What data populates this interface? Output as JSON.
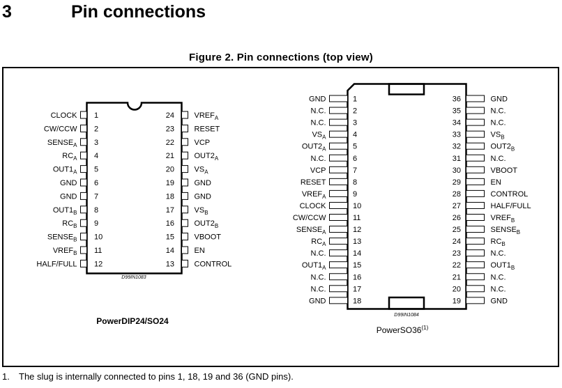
{
  "section": {
    "number": "3",
    "title": "Pin connections"
  },
  "figure": {
    "title": "Figure 2. Pin connections (top view)"
  },
  "packages": [
    {
      "name": "PowerDIP24/SO24",
      "drawing_code": "D99IN1083",
      "notch": "half-circle",
      "left_pins": [
        {
          "num": "1",
          "name": "CLOCK",
          "sub": ""
        },
        {
          "num": "2",
          "name": "CW/CCW",
          "sub": ""
        },
        {
          "num": "3",
          "name": "SENSE",
          "sub": "A"
        },
        {
          "num": "4",
          "name": "RC",
          "sub": "A"
        },
        {
          "num": "5",
          "name": "OUT1",
          "sub": "A"
        },
        {
          "num": "6",
          "name": "GND",
          "sub": ""
        },
        {
          "num": "7",
          "name": "GND",
          "sub": ""
        },
        {
          "num": "8",
          "name": "OUT1",
          "sub": "B"
        },
        {
          "num": "9",
          "name": "RC",
          "sub": "B"
        },
        {
          "num": "10",
          "name": "SENSE",
          "sub": "B"
        },
        {
          "num": "11",
          "name": "VREF",
          "sub": "B"
        },
        {
          "num": "12",
          "name": "HALF/FULL",
          "sub": ""
        }
      ],
      "right_pins": [
        {
          "num": "24",
          "name": "VREF",
          "sub": "A"
        },
        {
          "num": "23",
          "name": "RESET",
          "sub": ""
        },
        {
          "num": "22",
          "name": "VCP",
          "sub": ""
        },
        {
          "num": "21",
          "name": "OUT2",
          "sub": "A"
        },
        {
          "num": "20",
          "name": "VS",
          "sub": "A"
        },
        {
          "num": "19",
          "name": "GND",
          "sub": ""
        },
        {
          "num": "18",
          "name": "GND",
          "sub": ""
        },
        {
          "num": "17",
          "name": "VS",
          "sub": "B"
        },
        {
          "num": "16",
          "name": "OUT2",
          "sub": "B"
        },
        {
          "num": "15",
          "name": "VBOOT",
          "sub": ""
        },
        {
          "num": "14",
          "name": "EN",
          "sub": ""
        },
        {
          "num": "13",
          "name": "CONTROL",
          "sub": ""
        }
      ]
    },
    {
      "name": "PowerSO36",
      "name_sup": "(1)",
      "drawing_code": "D99IN1084",
      "notch": "chamfer-and-slug",
      "left_pins": [
        {
          "num": "1",
          "name": "GND",
          "sub": ""
        },
        {
          "num": "2",
          "name": "N.C.",
          "sub": ""
        },
        {
          "num": "3",
          "name": "N.C.",
          "sub": ""
        },
        {
          "num": "4",
          "name": "VS",
          "sub": "A"
        },
        {
          "num": "5",
          "name": "OUT2",
          "sub": "A"
        },
        {
          "num": "6",
          "name": "N.C.",
          "sub": ""
        },
        {
          "num": "7",
          "name": "VCP",
          "sub": ""
        },
        {
          "num": "8",
          "name": "RESET",
          "sub": ""
        },
        {
          "num": "9",
          "name": "VREF",
          "sub": "A"
        },
        {
          "num": "10",
          "name": "CLOCK",
          "sub": ""
        },
        {
          "num": "11",
          "name": "CW/CCW",
          "sub": ""
        },
        {
          "num": "12",
          "name": "SENSE",
          "sub": "A"
        },
        {
          "num": "13",
          "name": "RC",
          "sub": "A"
        },
        {
          "num": "14",
          "name": "N.C.",
          "sub": ""
        },
        {
          "num": "15",
          "name": "OUT1",
          "sub": "A"
        },
        {
          "num": "16",
          "name": "N.C.",
          "sub": ""
        },
        {
          "num": "17",
          "name": "N.C.",
          "sub": ""
        },
        {
          "num": "18",
          "name": "GND",
          "sub": ""
        }
      ],
      "right_pins": [
        {
          "num": "36",
          "name": "GND",
          "sub": ""
        },
        {
          "num": "35",
          "name": "N.C.",
          "sub": ""
        },
        {
          "num": "34",
          "name": "N.C.",
          "sub": ""
        },
        {
          "num": "33",
          "name": "VS",
          "sub": "B"
        },
        {
          "num": "32",
          "name": "OUT2",
          "sub": "B"
        },
        {
          "num": "31",
          "name": "N.C.",
          "sub": ""
        },
        {
          "num": "30",
          "name": "VBOOT",
          "sub": ""
        },
        {
          "num": "29",
          "name": "EN",
          "sub": ""
        },
        {
          "num": "28",
          "name": "CONTROL",
          "sub": ""
        },
        {
          "num": "27",
          "name": "HALF/FULL",
          "sub": ""
        },
        {
          "num": "26",
          "name": "VREF",
          "sub": "B"
        },
        {
          "num": "25",
          "name": "SENSE",
          "sub": "B"
        },
        {
          "num": "24",
          "name": "RC",
          "sub": "B"
        },
        {
          "num": "23",
          "name": "N.C.",
          "sub": ""
        },
        {
          "num": "22",
          "name": "OUT1",
          "sub": "B"
        },
        {
          "num": "21",
          "name": "N.C.",
          "sub": ""
        },
        {
          "num": "20",
          "name": "N.C.",
          "sub": ""
        },
        {
          "num": "19",
          "name": "GND",
          "sub": ""
        }
      ]
    }
  ],
  "footnote": {
    "number": "1.",
    "text": "The slug is internally connected to pins 1, 18, 19 and 36 (GND pins)."
  }
}
